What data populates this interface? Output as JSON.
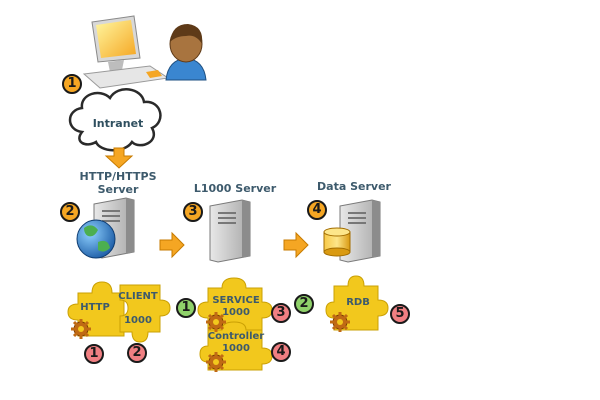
{
  "colors": {
    "step_badge": "#f5a623",
    "component_badge_green": "#8fd16a",
    "component_badge_red": "#f07f82",
    "arrow": "#f5a623",
    "puzzle_piece": "#f2c81d",
    "label_text": "#3d5a6c"
  },
  "cloud": {
    "label": "Intranet"
  },
  "servers": [
    {
      "label": "HTTP/HTTPS\nServer",
      "step": "2"
    },
    {
      "label": "L1000 Server",
      "step": "3"
    },
    {
      "label": "Data Server",
      "step": "4"
    }
  ],
  "client_step": "1",
  "puzzle": {
    "http": "HTTP",
    "client": "CLIENT\n\n1000",
    "service": "SERVICE\n1000",
    "controller": "Controller\n1000",
    "rdb": "RDB"
  },
  "component_badges": {
    "b1": "1",
    "b2": "2",
    "g1": "1",
    "g2": "2",
    "r3": "3",
    "r4": "4",
    "r5": "5"
  },
  "icons": [
    "computer-icon",
    "user-icon",
    "cloud-icon",
    "globe-icon",
    "server-tower-icon",
    "database-icon",
    "gear-icon",
    "arrow-icon",
    "puzzle-piece-icon"
  ]
}
